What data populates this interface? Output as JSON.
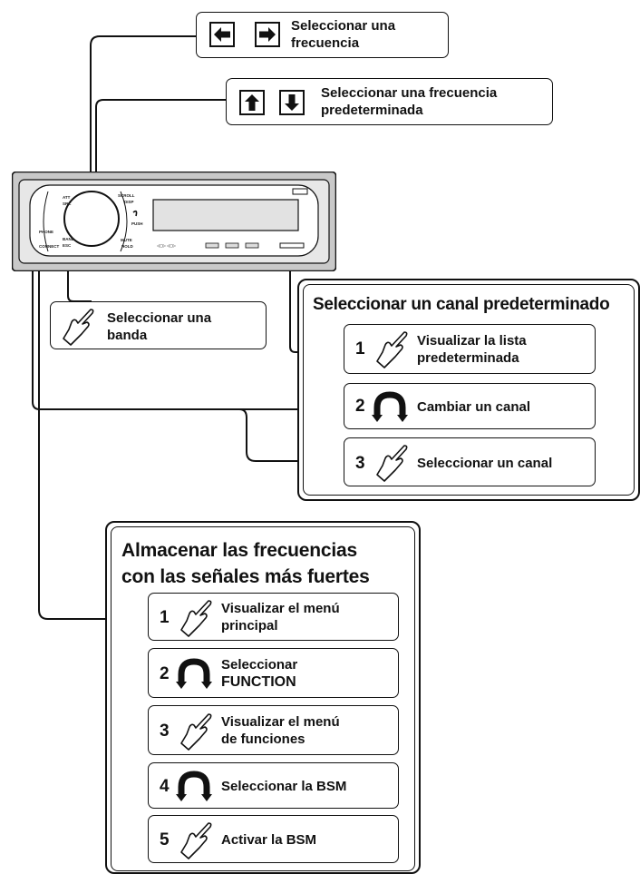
{
  "frequency_callout": {
    "line1": "Seleccionar una",
    "line2": "frecuencia",
    "icons": [
      "left-arrow-key",
      "right-arrow-key"
    ]
  },
  "preset_frequency_callout": {
    "line1": "Seleccionar una frecuencia",
    "line2": "predeterminada",
    "icons": [
      "up-arrow-key",
      "down-arrow-key"
    ]
  },
  "band_callout": {
    "line1": "Seleccionar una",
    "line2": "banda",
    "icon": "hand-press-icon"
  },
  "preset_channel_panel": {
    "title": "Seleccionar un canal predeterminado",
    "steps": [
      {
        "num": "1",
        "icon": "hand-press-icon",
        "line1": "Visualizar la lista",
        "line2": "predeterminada"
      },
      {
        "num": "2",
        "icon": "rotate-icon",
        "line1": "Cambiar un canal",
        "line2": ""
      },
      {
        "num": "3",
        "icon": "hand-press-icon",
        "line1": "Seleccionar un canal",
        "line2": ""
      }
    ]
  },
  "bsm_panel": {
    "title_line1": "Almacenar las frecuencias",
    "title_line2": "con las señales más fuertes",
    "steps": [
      {
        "num": "1",
        "icon": "hand-press-icon",
        "line1": "Visualizar el menú",
        "line2": "principal"
      },
      {
        "num": "2",
        "icon": "rotate-icon",
        "line1": "Seleccionar",
        "line2": "FUNCTION"
      },
      {
        "num": "3",
        "icon": "hand-press-icon",
        "line1": "Visualizar el menú",
        "line2": "de funciones"
      },
      {
        "num": "4",
        "icon": "rotate-icon",
        "line1": "Seleccionar la BSM",
        "line2": ""
      },
      {
        "num": "5",
        "icon": "hand-press-icon",
        "line1": "Activar la BSM",
        "line2": ""
      }
    ]
  },
  "head_unit": {
    "labels": {
      "att_src": "SRC",
      "att_small": "ATT",
      "scroll": "SCROLL",
      "disp": "DISP",
      "push": "PUSH",
      "mute": "MUTE",
      "hold": "HOLD",
      "phone": "PHONE",
      "connect": "CONNECT",
      "band": "BAND",
      "esc": "ESC"
    }
  }
}
